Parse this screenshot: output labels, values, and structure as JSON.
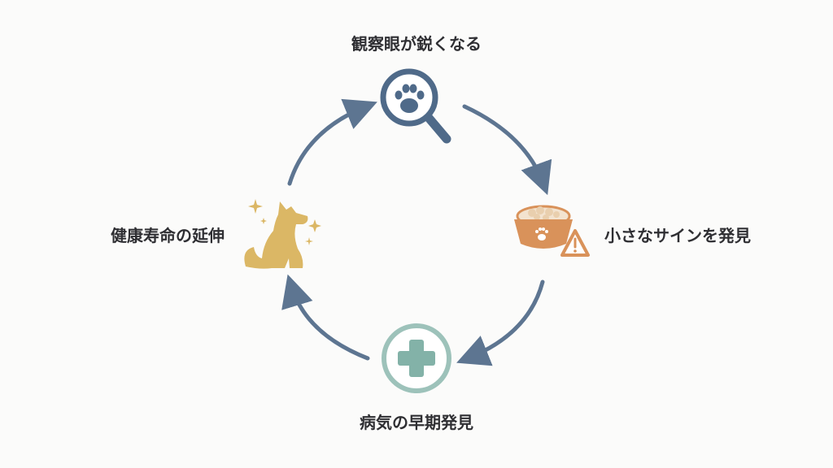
{
  "diagram": {
    "type": "cycle",
    "nodes": [
      {
        "id": "observe",
        "label": "観察眼が鋭くなる",
        "icon": "magnifier-paw-icon"
      },
      {
        "id": "sign",
        "label": "小さなサインを発見",
        "icon": "food-bowl-warning-icon"
      },
      {
        "id": "early",
        "label": "病気の早期発見",
        "icon": "medical-cross-icon"
      },
      {
        "id": "longevity",
        "label": "健康寿命の延伸",
        "icon": "sparkling-dog-icon"
      }
    ],
    "edges": [
      {
        "from": "observe",
        "to": "sign"
      },
      {
        "from": "sign",
        "to": "early"
      },
      {
        "from": "early",
        "to": "longevity"
      },
      {
        "from": "longevity",
        "to": "observe"
      }
    ]
  },
  "colors": {
    "arrow": "#5d7591",
    "magnifier": "#4f6a89",
    "bowl": "#d9925a",
    "warning": "#d9925a",
    "cross": "#83b2a8",
    "cross_ring": "#9dc2ba",
    "dog": "#dbb765",
    "text": "#2f2f33"
  }
}
